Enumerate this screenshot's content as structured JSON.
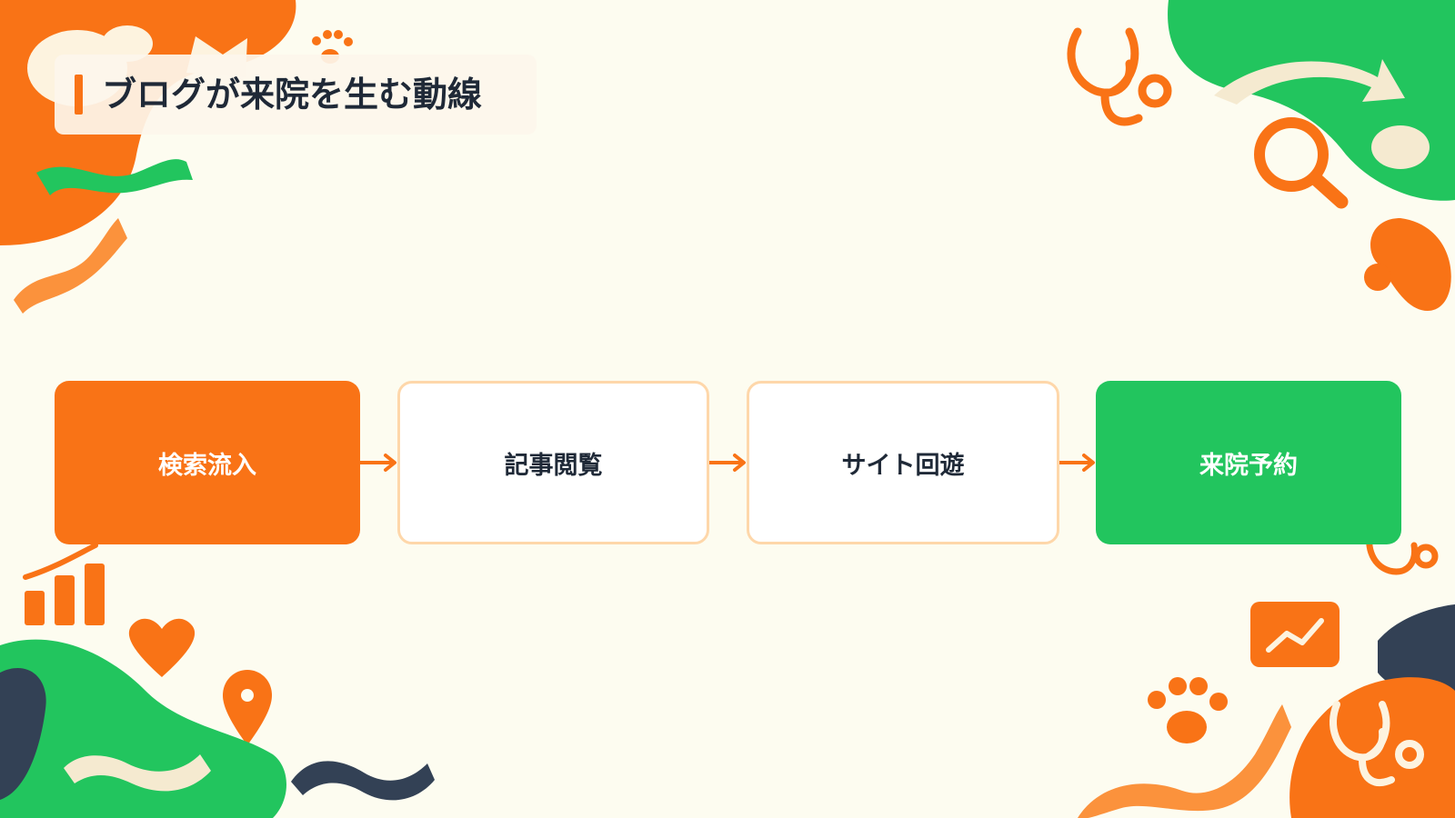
{
  "title": "ブログが来院を生む動線",
  "flow": {
    "steps": [
      "検索流入",
      "記事閲覧",
      "サイト回遊",
      "来院予約"
    ]
  },
  "colors": {
    "accent_orange": "#f97316",
    "accent_green": "#22c55e",
    "dark_navy": "#334155",
    "background": "#fdfcf0",
    "box_border": "#fed7aa",
    "text_dark": "#1f2937"
  },
  "decorations": {
    "icons": [
      "paw-icon",
      "stethoscope-icon",
      "magnifier-icon",
      "heart-icon",
      "map-pin-icon",
      "bar-chart-icon",
      "line-chart-icon",
      "curved-arrow-icon",
      "dog-icon",
      "cat-icon"
    ]
  }
}
